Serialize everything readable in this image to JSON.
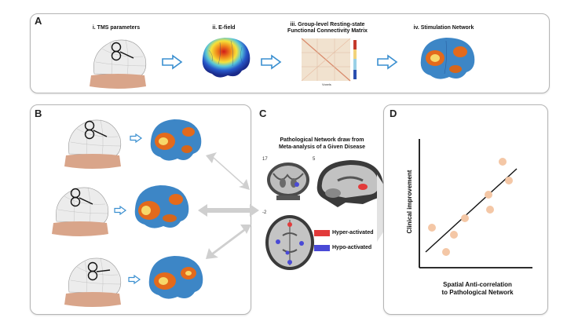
{
  "panel_a": {
    "letter": "A",
    "steps": [
      {
        "label": "i. TMS parameters"
      },
      {
        "label": "ii. E-field"
      },
      {
        "label": "iii. Group-level Resting-state\nFunctional Connectivity Matrix"
      },
      {
        "label": "iv. Stimulation Network"
      }
    ],
    "matrix_axis_label": "Voxels"
  },
  "panel_b": {
    "letter": "B"
  },
  "panel_c": {
    "letter": "C",
    "title": "Pathological Network draw from\nMeta-analysis of a Given Disease",
    "slice_numbers": [
      "17",
      "5",
      "-2"
    ],
    "legend": [
      {
        "label": "Hyper-activated",
        "color": "#e23b3b"
      },
      {
        "label": "Hypo-activated",
        "color": "#4a4ad6"
      }
    ]
  },
  "panel_d": {
    "letter": "D",
    "ylabel": "Clinical improvement",
    "xlabel": "Spatial Anti-correlation\nto Pathological Network"
  },
  "colors": {
    "arrow_blue": "#3a8fd0",
    "dot": "#f4c7a6",
    "head": "#e8e8e8",
    "neck": "#d9a58a"
  }
}
